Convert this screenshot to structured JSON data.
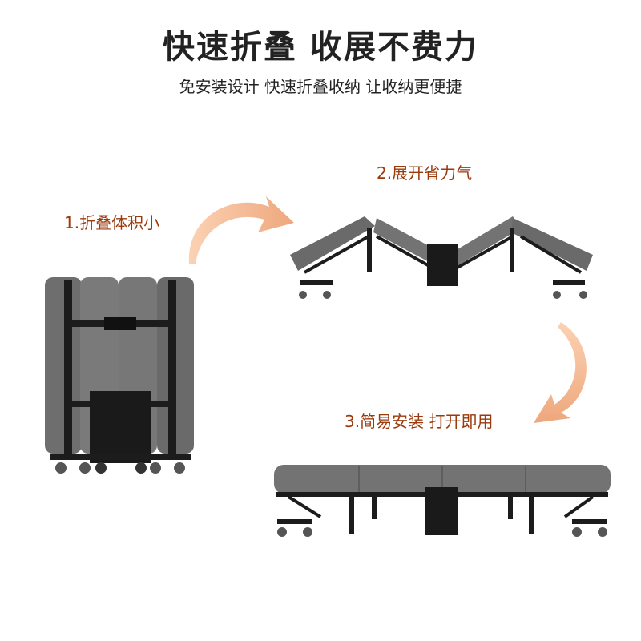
{
  "header": {
    "title": "快速折叠 收展不费力",
    "subtitle": "免安装设计 快速折叠收纳 让收纳更便捷"
  },
  "steps": [
    {
      "label": "1.折叠体积小"
    },
    {
      "label": "2.展开省力气"
    },
    {
      "label": "3.简易安装 打开即用"
    }
  ],
  "colors": {
    "accent": "#9b3a0c",
    "arrow": "#f3b58c",
    "cushion": "#6e6e6e",
    "frame": "#1c1c1c"
  }
}
